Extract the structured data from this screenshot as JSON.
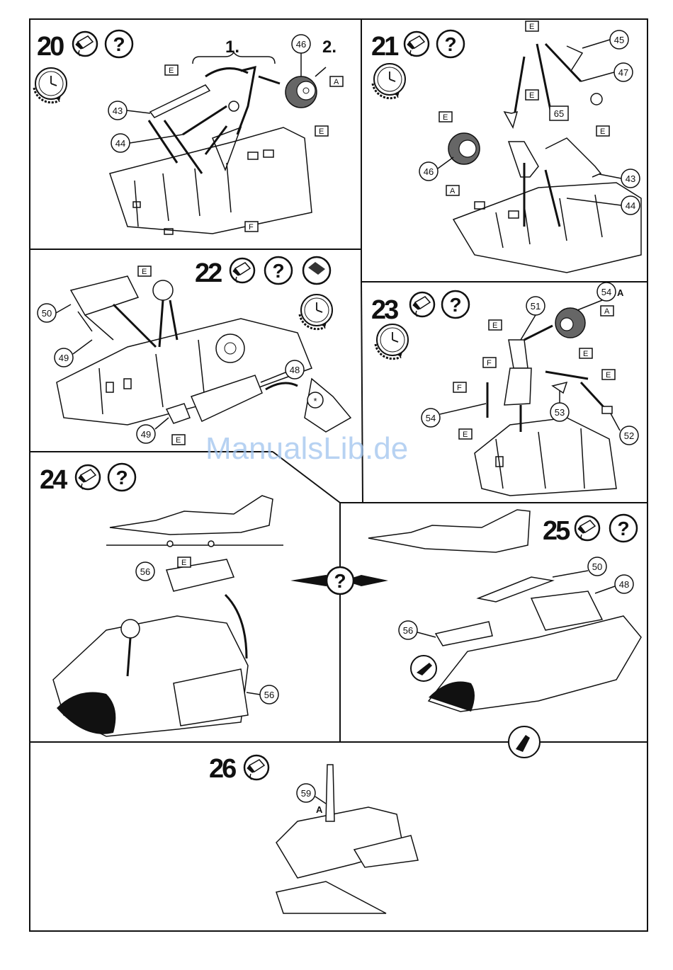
{
  "watermark": "ManualsLib.de",
  "steps": [
    {
      "number": "20",
      "sub_labels": [
        "1.",
        "2."
      ],
      "parts": [
        "43",
        "44",
        "46"
      ],
      "tags": [
        "E",
        "A",
        "E",
        "F"
      ]
    },
    {
      "number": "21",
      "parts": [
        "45",
        "47",
        "65",
        "46",
        "43",
        "44"
      ],
      "tags": [
        "E",
        "E",
        "E",
        "E",
        "A"
      ]
    },
    {
      "number": "22",
      "parts": [
        "50",
        "49",
        "48",
        "49"
      ],
      "tags": [
        "E",
        "E"
      ]
    },
    {
      "number": "23",
      "parts": [
        "51",
        "54",
        "53",
        "52",
        "54"
      ],
      "part_suffix": "A",
      "tags": [
        "E",
        "A",
        "E",
        "F",
        "F",
        "E",
        "E"
      ]
    },
    {
      "number": "24",
      "parts": [
        "56",
        "56"
      ],
      "tags": [
        "E"
      ]
    },
    {
      "number": "25",
      "parts": [
        "50",
        "48",
        "56"
      ]
    },
    {
      "number": "26",
      "parts": [
        "59"
      ],
      "part_suffix": "A"
    }
  ],
  "center_symbol": "?",
  "symbols": {
    "question": "?",
    "asterisk": "*"
  }
}
